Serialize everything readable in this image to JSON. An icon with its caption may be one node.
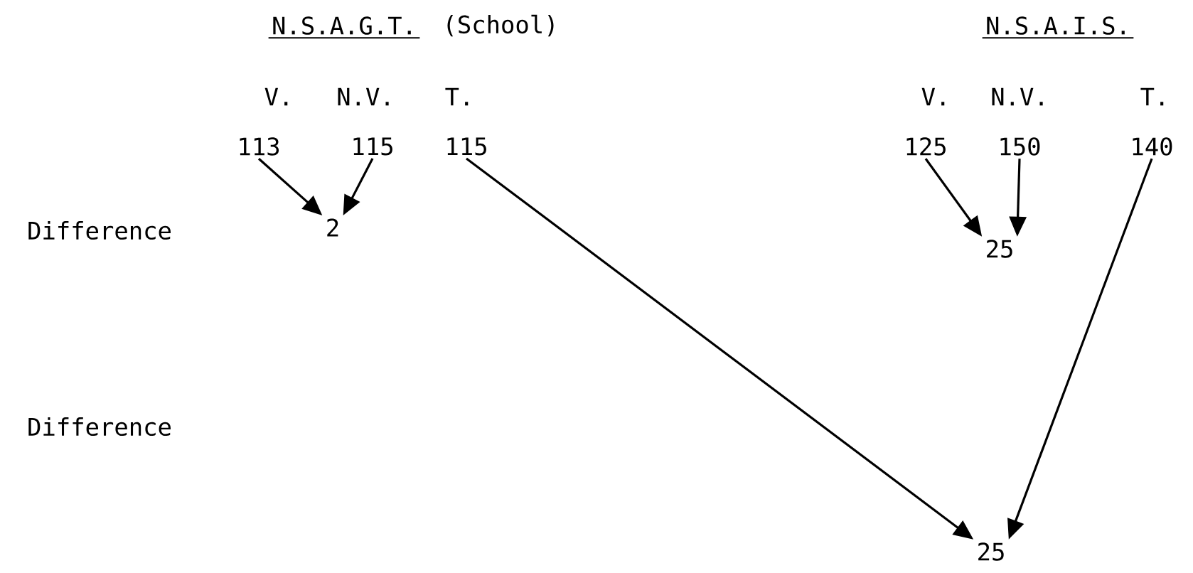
{
  "diagram": {
    "nodes": [
      {
        "text": [
          "113"
        ]
      },
      {
        "text": [
          "115"
        ]
      },
      {
        "text": [
          "115"
        ]
      },
      {
        "text": [
          "125"
        ]
      },
      {
        "text": [
          "150"
        ]
      },
      {
        "text": [
          "140"
        ]
      },
      {
        "text": [
          "2"
        ]
      },
      {
        "text": [
          "25"
        ]
      },
      {
        "text": [
          "25"
        ]
      }
    ],
    "edges": [
      {
        "from": 0,
        "to": 6,
        "arrow": "to"
      },
      {
        "from": 1,
        "to": 6,
        "arrow": "to"
      },
      {
        "from": 3,
        "to": 7,
        "arrow": "to"
      },
      {
        "from": 4,
        "to": 7,
        "arrow": "to"
      },
      {
        "from": 2,
        "to": 8,
        "arrow": "to"
      },
      {
        "from": 5,
        "to": 8,
        "arrow": "to"
      }
    ],
    "labels": [
      "N.S.A.G.T.",
      "(School)",
      "N.S.A.I.S.",
      "V.",
      "N.V.",
      "T.",
      "V.",
      "N.V.",
      "T.",
      "Difference",
      "Difference"
    ]
  }
}
